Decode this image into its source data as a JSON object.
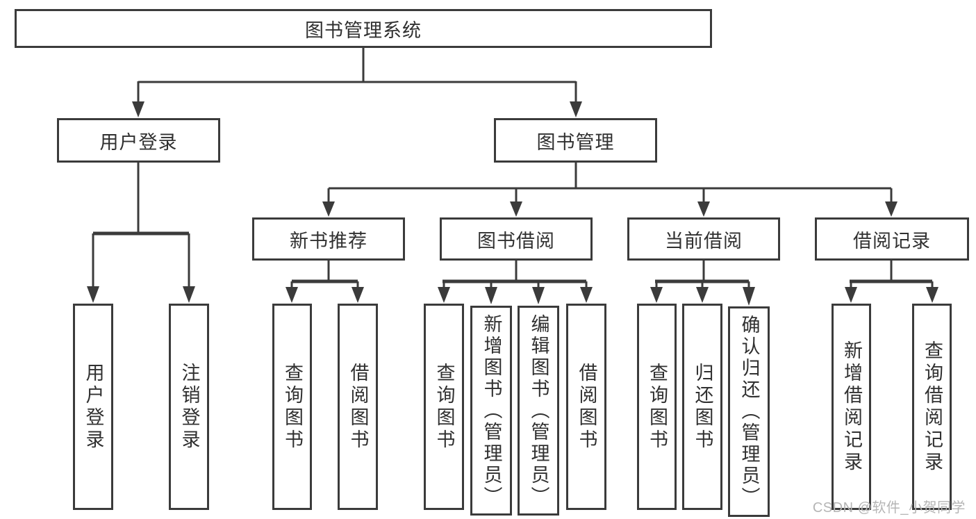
{
  "diagram": {
    "root": {
      "label": "图书管理系统"
    },
    "branches": [
      {
        "label": "用户登录",
        "children": [
          {
            "label": "用户登录"
          },
          {
            "label": "注销登录"
          }
        ]
      },
      {
        "label": "图书管理",
        "children": [
          {
            "label": "新书推荐",
            "children": [
              {
                "label": "查询图书"
              },
              {
                "label": "借阅图书"
              }
            ]
          },
          {
            "label": "图书借阅",
            "children": [
              {
                "label": "查询图书"
              },
              {
                "label": "新增图书（管理员）"
              },
              {
                "label": "编辑图书（管理员）"
              },
              {
                "label": "借阅图书"
              }
            ]
          },
          {
            "label": "当前借阅",
            "children": [
              {
                "label": "查询图书"
              },
              {
                "label": "归还图书"
              },
              {
                "label": "确认归还（管理员）"
              }
            ]
          },
          {
            "label": "借阅记录",
            "children": [
              {
                "label": "新增借阅记录"
              },
              {
                "label": "查询借阅记录"
              }
            ]
          }
        ]
      }
    ]
  },
  "watermark": {
    "text": "CSDN @软件_小贺同学"
  },
  "colors": {
    "line": "#3b3b3b",
    "text": "#303030",
    "watermark": "#b5b5b5",
    "background": "#ffffff"
  }
}
